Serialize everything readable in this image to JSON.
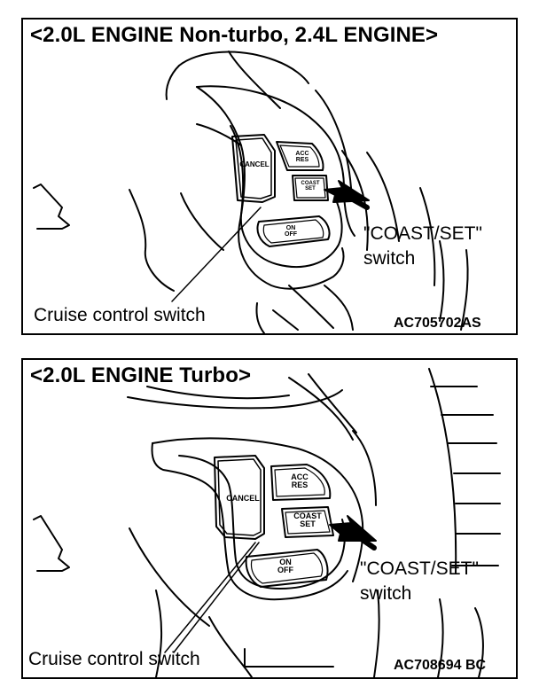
{
  "panels": [
    {
      "title": "<2.0L ENGINE Non-turbo, 2.4L ENGINE>",
      "callout_coast_set": {
        "line1": "\"COAST/SET\"",
        "line2": "switch"
      },
      "callout_cruise": "Cruise control switch",
      "figure_code": "AC705702AS",
      "buttons": {
        "cancel": "CANCEL",
        "acc": "ACC",
        "res": "RES",
        "coast": "COAST",
        "set": "SET",
        "on": "ON",
        "off": "OFF"
      }
    },
    {
      "title": "<2.0L ENGINE Turbo>",
      "callout_coast_set": {
        "line1": "\"COAST/SET\"",
        "line2": "switch"
      },
      "callout_cruise": "Cruise control switch",
      "figure_code": "AC708694 BC",
      "buttons": {
        "cancel": "CANCEL",
        "acc": "ACC",
        "res": "RES",
        "coast": "COAST",
        "set": "SET",
        "on": "ON",
        "off": "OFF"
      }
    }
  ],
  "colors": {
    "line": "#000000",
    "background": "#ffffff"
  }
}
